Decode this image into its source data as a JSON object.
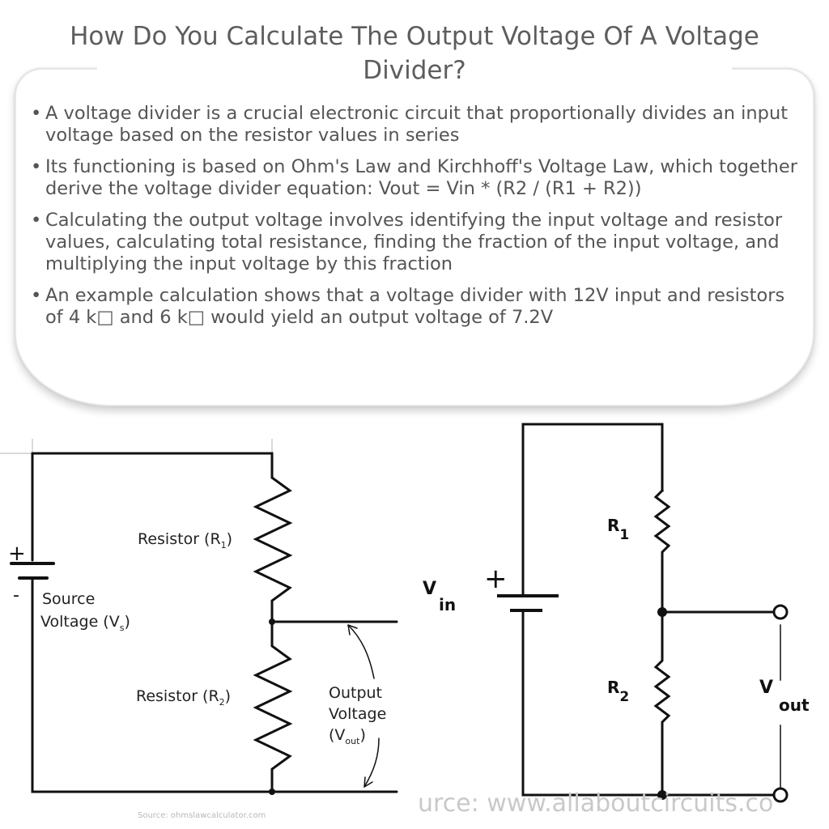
{
  "title": "How Do You Calculate The Output Voltage Of A Voltage Divider?",
  "bullets": [
    "A voltage divider is a crucial electronic circuit that proportionally divides an input voltage based on the resistor values in series",
    "Its functioning is based on Ohm's Law and Kirchhoff's Voltage Law, which together derive the voltage divider equation: Vout = Vin * (R2 / (R1 + R2))",
    "Calculating the output voltage involves identifying the input voltage and resistor values, calculating total resistance, finding the fraction of the input voltage, and multiplying the input voltage by this fraction",
    "An example calculation shows that a voltage divider with 12V input and resistors of 4 k□ and 6 k□ would yield an output voltage of 7.2V"
  ],
  "left_diagram": {
    "plus": "+",
    "minus": "-",
    "source_line1": "Source",
    "source_line2": "Voltage (V",
    "source_sub": "s",
    "source_close": ")",
    "r1_label": "Resistor (R",
    "r1_sub": "1",
    "r1_close": ")",
    "r2_label": "Resistor (R",
    "r2_sub": "2",
    "r2_close": ")",
    "out_line1": "Output",
    "out_line2": "Voltage",
    "out_line3_open": "(V",
    "out_sub": "out",
    "out_close": ")",
    "source_credit": "Source: ohmslawcalculator.com"
  },
  "right_diagram": {
    "plus": "+",
    "vin_v": "V",
    "vin_sub": "in",
    "r1_r": "R",
    "r1_sub": "1",
    "r2_r": "R",
    "r2_sub": "2",
    "vout_v": "V",
    "vout_sub": "out",
    "watermark": "urce: www.allaboutcircuits.co"
  }
}
